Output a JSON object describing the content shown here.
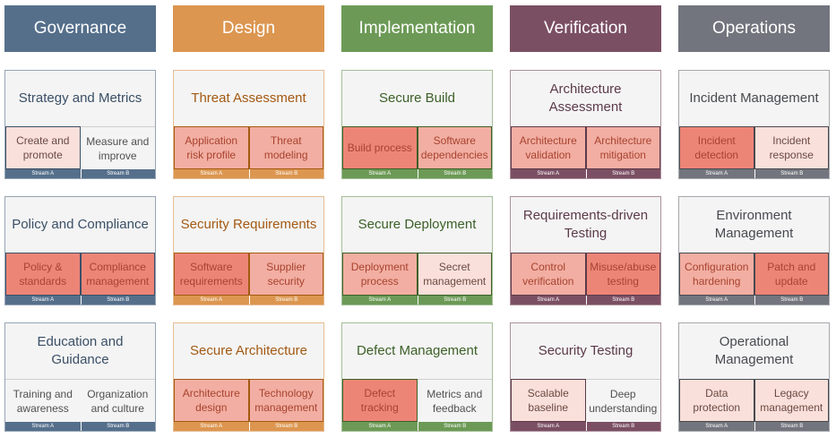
{
  "colors": {
    "fill": {
      "dark": "#ed8577",
      "medium": "#f2aea2",
      "light": "#f9e0da",
      "none": "#f4f4f4"
    }
  },
  "functions": [
    {
      "name": "Governance",
      "header_color": "#556f8b",
      "text_color": "#3a4f66",
      "practices": [
        {
          "title": "Strategy and Metrics",
          "streams": [
            {
              "label": "Create and promote",
              "tag": "Stream A",
              "fill": "light"
            },
            {
              "label": "Measure and improve",
              "tag": "Stream B",
              "fill": "none"
            }
          ]
        },
        {
          "title": "Policy and Compliance",
          "streams": [
            {
              "label": "Policy & standards",
              "tag": "Stream A",
              "fill": "dark"
            },
            {
              "label": "Compliance management",
              "tag": "Stream B",
              "fill": "dark"
            }
          ]
        },
        {
          "title": "Education and Guidance",
          "streams": [
            {
              "label": "Training and awareness",
              "tag": "Stream A",
              "fill": "none"
            },
            {
              "label": "Organization and culture",
              "tag": "Stream B",
              "fill": "none"
            }
          ]
        }
      ]
    },
    {
      "name": "Design",
      "header_color": "#dc9650",
      "text_color": "#a35912",
      "practices": [
        {
          "title": "Threat Assessment",
          "streams": [
            {
              "label": "Application risk profile",
              "tag": "Stream A",
              "fill": "medium"
            },
            {
              "label": "Threat modeling",
              "tag": "Stream B",
              "fill": "medium"
            }
          ]
        },
        {
          "title": "Security Requirements",
          "streams": [
            {
              "label": "Software requirements",
              "tag": "Stream A",
              "fill": "dark"
            },
            {
              "label": "Supplier security",
              "tag": "Stream B",
              "fill": "medium"
            }
          ]
        },
        {
          "title": "Secure Architecture",
          "streams": [
            {
              "label": "Architecture design",
              "tag": "Stream A",
              "fill": "medium"
            },
            {
              "label": "Technology management",
              "tag": "Stream B",
              "fill": "medium"
            }
          ]
        }
      ]
    },
    {
      "name": "Implementation",
      "header_color": "#6c9a56",
      "text_color": "#3c6028",
      "practices": [
        {
          "title": "Secure Build",
          "streams": [
            {
              "label": "Build process",
              "tag": "Stream A",
              "fill": "dark"
            },
            {
              "label": "Software dependencies",
              "tag": "Stream B",
              "fill": "medium"
            }
          ]
        },
        {
          "title": "Secure Deployment",
          "streams": [
            {
              "label": "Deployment process",
              "tag": "Stream A",
              "fill": "medium"
            },
            {
              "label": "Secret management",
              "tag": "Stream B",
              "fill": "light"
            }
          ]
        },
        {
          "title": "Defect Management",
          "streams": [
            {
              "label": "Defect tracking",
              "tag": "Stream A",
              "fill": "dark"
            },
            {
              "label": "Metrics and feedback",
              "tag": "Stream B",
              "fill": "none"
            }
          ]
        }
      ]
    },
    {
      "name": "Verification",
      "header_color": "#7b4f63",
      "text_color": "#5c3a4a",
      "practices": [
        {
          "title": "Architecture Assessment",
          "streams": [
            {
              "label": "Architecture validation",
              "tag": "Stream A",
              "fill": "medium"
            },
            {
              "label": "Architecture mitigation",
              "tag": "Stream B",
              "fill": "medium"
            }
          ]
        },
        {
          "title": "Requirements-driven Testing",
          "streams": [
            {
              "label": "Control verification",
              "tag": "Stream A",
              "fill": "medium"
            },
            {
              "label": "Misuse/abuse testing",
              "tag": "Stream B",
              "fill": "dark"
            }
          ]
        },
        {
          "title": "Security Testing",
          "streams": [
            {
              "label": "Scalable baseline",
              "tag": "Stream A",
              "fill": "light"
            },
            {
              "label": "Deep understanding",
              "tag": "Stream B",
              "fill": "none"
            }
          ]
        }
      ]
    },
    {
      "name": "Operations",
      "header_color": "#72757d",
      "text_color": "#484a50",
      "practices": [
        {
          "title": "Incident Management",
          "streams": [
            {
              "label": "Incident detection",
              "tag": "Stream A",
              "fill": "dark"
            },
            {
              "label": "Incident response",
              "tag": "Stream B",
              "fill": "light"
            }
          ]
        },
        {
          "title": "Environment Management",
          "streams": [
            {
              "label": "Configuration hardening",
              "tag": "Stream A",
              "fill": "medium"
            },
            {
              "label": "Patch and update",
              "tag": "Stream B",
              "fill": "dark"
            }
          ]
        },
        {
          "title": "Operational Management",
          "streams": [
            {
              "label": "Data protection",
              "tag": "Stream A",
              "fill": "light"
            },
            {
              "label": "Legacy management",
              "tag": "Stream B",
              "fill": "light"
            }
          ]
        }
      ]
    }
  ]
}
